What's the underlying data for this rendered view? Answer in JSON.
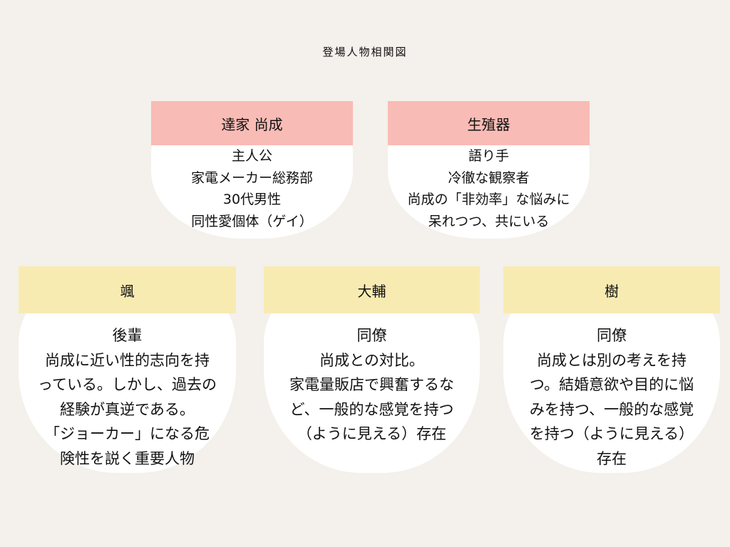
{
  "title": "登場人物相関図",
  "colors": {
    "background": "#f4f0eb",
    "pink": "#f9bbb5",
    "yellow": "#f8ebb2"
  },
  "characters": [
    {
      "name": "達家 尚成",
      "lines": [
        "主人公",
        "家電メーカー総務部",
        "30代男性",
        "同性愛個体（ゲイ）"
      ]
    },
    {
      "name": "生殖器",
      "lines": [
        "語り手",
        "冷徹な観察者",
        "尚成の「非効率」な悩みに",
        "呆れつつ、共にいる"
      ]
    },
    {
      "name": "颯",
      "lines": [
        "後輩",
        "尚成に近い性的志向を持",
        "っている。しかし、過去の",
        "経験が真逆である。",
        "「ジョーカー」になる危",
        "険性を説く重要人物"
      ]
    },
    {
      "name": "大輔",
      "lines": [
        "同僚",
        "尚成との対比。",
        "家電量販店で興奮するな",
        "ど、一般的な感覚を持つ",
        "（ように見える）存在"
      ]
    },
    {
      "name": "樹",
      "lines": [
        "同僚",
        "尚成とは別の考えを持",
        "つ。結婚意欲や目的に悩",
        "みを持つ、一般的な感覚",
        "を持つ（ように見える）",
        "存在"
      ]
    }
  ]
}
